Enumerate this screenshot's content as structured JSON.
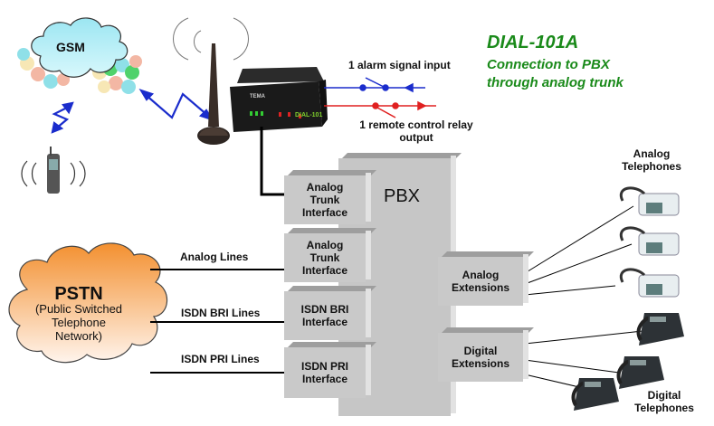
{
  "title": {
    "main": "DIAL-101A",
    "line1": "Connection to PBX",
    "line2": "through analog trunk"
  },
  "gsm": {
    "label": "GSM"
  },
  "device": {
    "alarm_label": "1 alarm signal input",
    "relay_label_line1": "1 remote control relay",
    "relay_label_line2": "output",
    "brand": "TEMA",
    "model": "DIAL-101"
  },
  "pbx": {
    "label": "PBX",
    "interfaces": [
      {
        "line1": "Analog",
        "line2": "Trunk",
        "line3": "Interface"
      },
      {
        "line1": "Analog",
        "line2": "Trunk",
        "line3": "Interface"
      },
      {
        "line1": "ISDN BRI",
        "line2": "Interface"
      },
      {
        "line1": "ISDN PRI",
        "line2": "Interface"
      }
    ],
    "extensions": [
      {
        "line1": "Analog",
        "line2": "Extensions"
      },
      {
        "line1": "Digital",
        "line2": "Extensions"
      }
    ]
  },
  "lines": {
    "analog": "Analog Lines",
    "bri": "ISDN BRI Lines",
    "pri": "ISDN PRI Lines"
  },
  "pstn": {
    "title": "PSTN",
    "line1": "(Public Switched",
    "line2": "Telephone",
    "line3": "Network)"
  },
  "telephones": {
    "analog_line1": "Analog",
    "analog_line2": "Telephones",
    "digital_line1": "Digital",
    "digital_line2": "Telephones"
  },
  "colors": {
    "title_green": "#1a8a1a",
    "alarm_blue": "#1a2ccc",
    "relay_red": "#e02020",
    "box_gray": "#c9c9c9",
    "gsm_cloud": "#a8ecf4",
    "pstn_orange": "#f59a3c"
  }
}
